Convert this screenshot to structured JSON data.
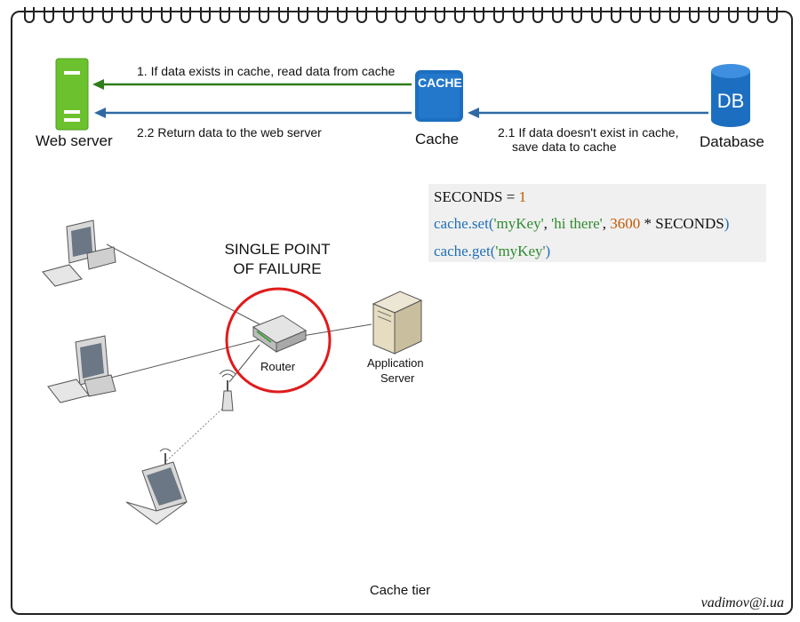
{
  "top_flow": {
    "web_server_label": "Web server",
    "cache_label": "Cache",
    "cache_badge": "CACHE",
    "database_label": "Database",
    "database_badge": "DB",
    "arrow_1_text": "1. If data exists in cache, read data from cache",
    "arrow_22_text": "2.2 Return data to the web server",
    "arrow_21_line1": "2.1 If data doesn't exist in cache,",
    "arrow_21_line2": "save data to cache",
    "colors": {
      "green": "#2e7d1a",
      "blue": "#2f6aa3",
      "server_green": "#6cc22e",
      "cache_blue": "#1c6fc0"
    }
  },
  "code": {
    "line1_ident": "SECONDS = ",
    "line1_num": "1",
    "line2_method": "cache.set(",
    "line2_str1": "'myKey'",
    "line2_sep1": ", ",
    "line2_str2": "'hi there'",
    "line2_sep2": ", ",
    "line2_num": "3600",
    "line2_rest": " * SECONDS",
    "line2_close": ")",
    "line3_method": "cache.get(",
    "line3_str": "'myKey'",
    "line3_close": ")"
  },
  "network": {
    "spof_line1": "SINGLE POINT",
    "spof_line2": "OF FAILURE",
    "router_label": "Router",
    "app_server_line1": "Application",
    "app_server_line2": "Server",
    "highlight_color": "#e01b1b"
  },
  "caption": "Cache tier",
  "author": "vadimov@i.ua"
}
